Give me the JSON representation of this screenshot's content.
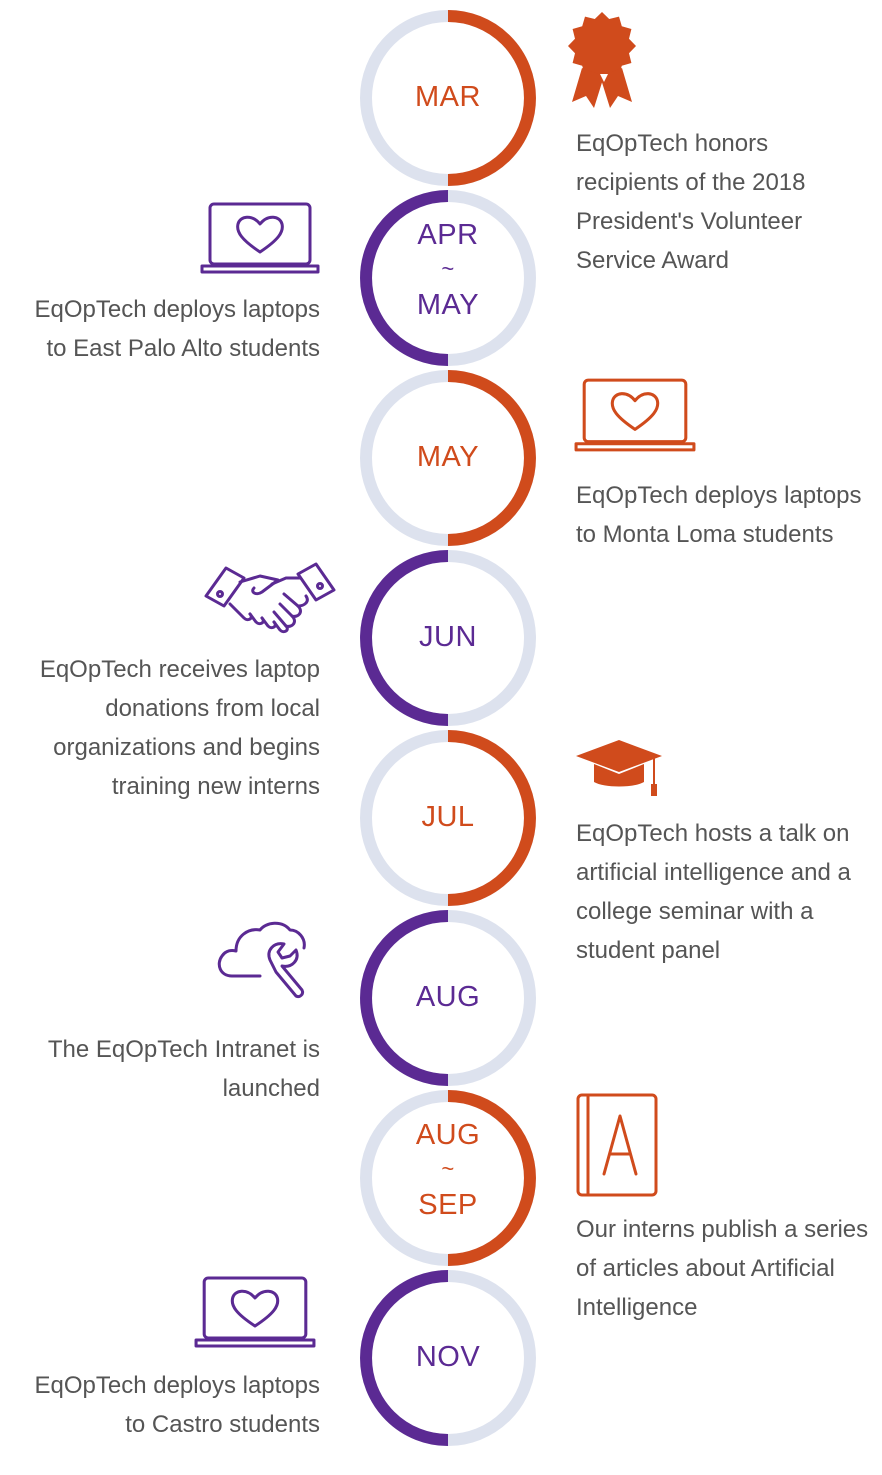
{
  "colors": {
    "orange": "#D04B1C",
    "purple": "#5B2A93",
    "track": "#DDE2EE",
    "text": "#555555"
  },
  "events": [
    {
      "month": [
        "MAR"
      ],
      "text": "EqOpTech honors recipients of the 2018 President's Volunteer Service Award",
      "color": "orange",
      "side": "right",
      "icon": "award-ribbon-icon"
    },
    {
      "month": [
        "APR",
        "~",
        "MAY"
      ],
      "text": "EqOpTech deploys laptops to East Palo Alto students",
      "color": "purple",
      "side": "left",
      "icon": "laptop-heart-icon"
    },
    {
      "month": [
        "MAY"
      ],
      "text": "EqOpTech deploys laptops to Monta Loma students",
      "color": "orange",
      "side": "right",
      "icon": "laptop-heart-icon"
    },
    {
      "month": [
        "JUN"
      ],
      "text": "EqOpTech receives laptop donations from local organizations and begins training new interns",
      "color": "purple",
      "side": "left",
      "icon": "handshake-icon"
    },
    {
      "month": [
        "JUL"
      ],
      "text": "EqOpTech hosts a talk on artificial intelligence and a college seminar with a student panel",
      "color": "orange",
      "side": "right",
      "icon": "graduation-cap-icon"
    },
    {
      "month": [
        "AUG"
      ],
      "text": "The EqOpTech Intranet is launched",
      "color": "purple",
      "side": "left",
      "icon": "cloud-wrench-icon"
    },
    {
      "month": [
        "AUG",
        "~",
        "SEP"
      ],
      "text": "Our interns publish a series of articles about Artificial Intelligence",
      "color": "orange",
      "side": "right",
      "icon": "book-letter-icon"
    },
    {
      "month": [
        "NOV"
      ],
      "text": "EqOpTech deploys laptops to Castro students",
      "color": "purple",
      "side": "left",
      "icon": "laptop-heart-icon"
    }
  ]
}
